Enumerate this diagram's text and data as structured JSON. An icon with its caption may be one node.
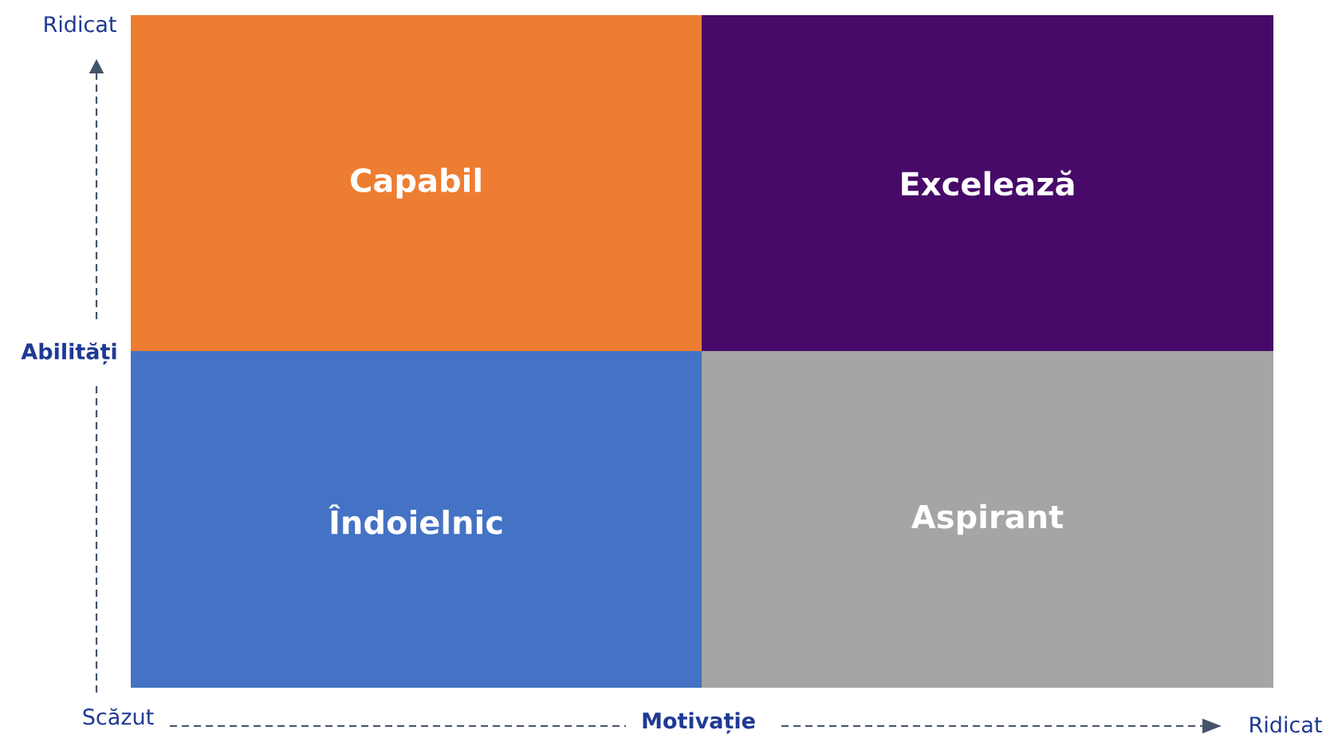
{
  "diagram": {
    "nodes": [
      {
        "text": [
          "Capabil"
        ]
      },
      {
        "text": [
          "Excelează"
        ]
      },
      {
        "text": [
          "Îndoielnic"
        ]
      },
      {
        "text": [
          "Aspirant"
        ]
      }
    ],
    "labels": [
      "Ridicat",
      "Abilități",
      "Scăzut",
      "Motivație",
      "Ridicat"
    ]
  }
}
